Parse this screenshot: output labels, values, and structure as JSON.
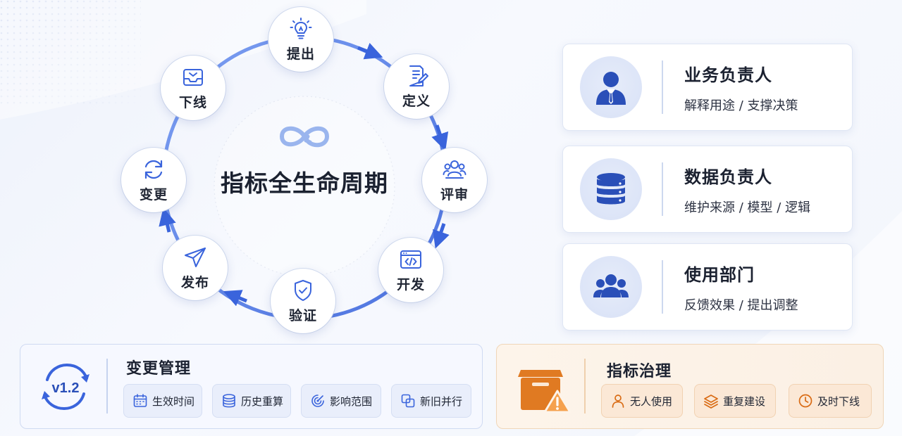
{
  "center": {
    "title": "指标全生命周期",
    "icon": "infinity-loop-icon"
  },
  "lifecycle": [
    {
      "label": "提出",
      "icon": "lightbulb-icon"
    },
    {
      "label": "定义",
      "icon": "document-edit-icon"
    },
    {
      "label": "评审",
      "icon": "team-review-icon"
    },
    {
      "label": "开发",
      "icon": "code-window-icon"
    },
    {
      "label": "验证",
      "icon": "shield-check-icon"
    },
    {
      "label": "发布",
      "icon": "paper-plane-icon"
    },
    {
      "label": "变更",
      "icon": "refresh-icon"
    },
    {
      "label": "下线",
      "icon": "inbox-tray-icon"
    }
  ],
  "roles": [
    {
      "title": "业务负责人",
      "desc": "解释用途 / 支撑决策",
      "icon": "businessman-icon"
    },
    {
      "title": "数据负责人",
      "desc": "维护来源 / 模型 / 逻辑",
      "icon": "database-icon"
    },
    {
      "title": "使用部门",
      "desc": "反馈效果 / 提出调整",
      "icon": "group-icon"
    }
  ],
  "change_mgmt": {
    "title": "变更管理",
    "version": "v1.2",
    "chips": [
      {
        "label": "生效时间",
        "icon": "calendar-icon"
      },
      {
        "label": "历史重算",
        "icon": "database-stack-icon"
      },
      {
        "label": "影响范围",
        "icon": "radar-icon"
      },
      {
        "label": "新旧并行",
        "icon": "overlap-squares-icon"
      }
    ]
  },
  "governance": {
    "title": "指标治理",
    "icon": "box-warning-icon",
    "chips": [
      {
        "label": "无人使用",
        "icon": "user-outline-icon"
      },
      {
        "label": "重复建设",
        "icon": "layers-icon"
      },
      {
        "label": "及时下线",
        "icon": "clock-icon"
      }
    ]
  },
  "colors": {
    "accent": "#3b6fe0",
    "accent_dark": "#2a4fb8",
    "orange": "#e07a22",
    "text": "#1b2130"
  }
}
